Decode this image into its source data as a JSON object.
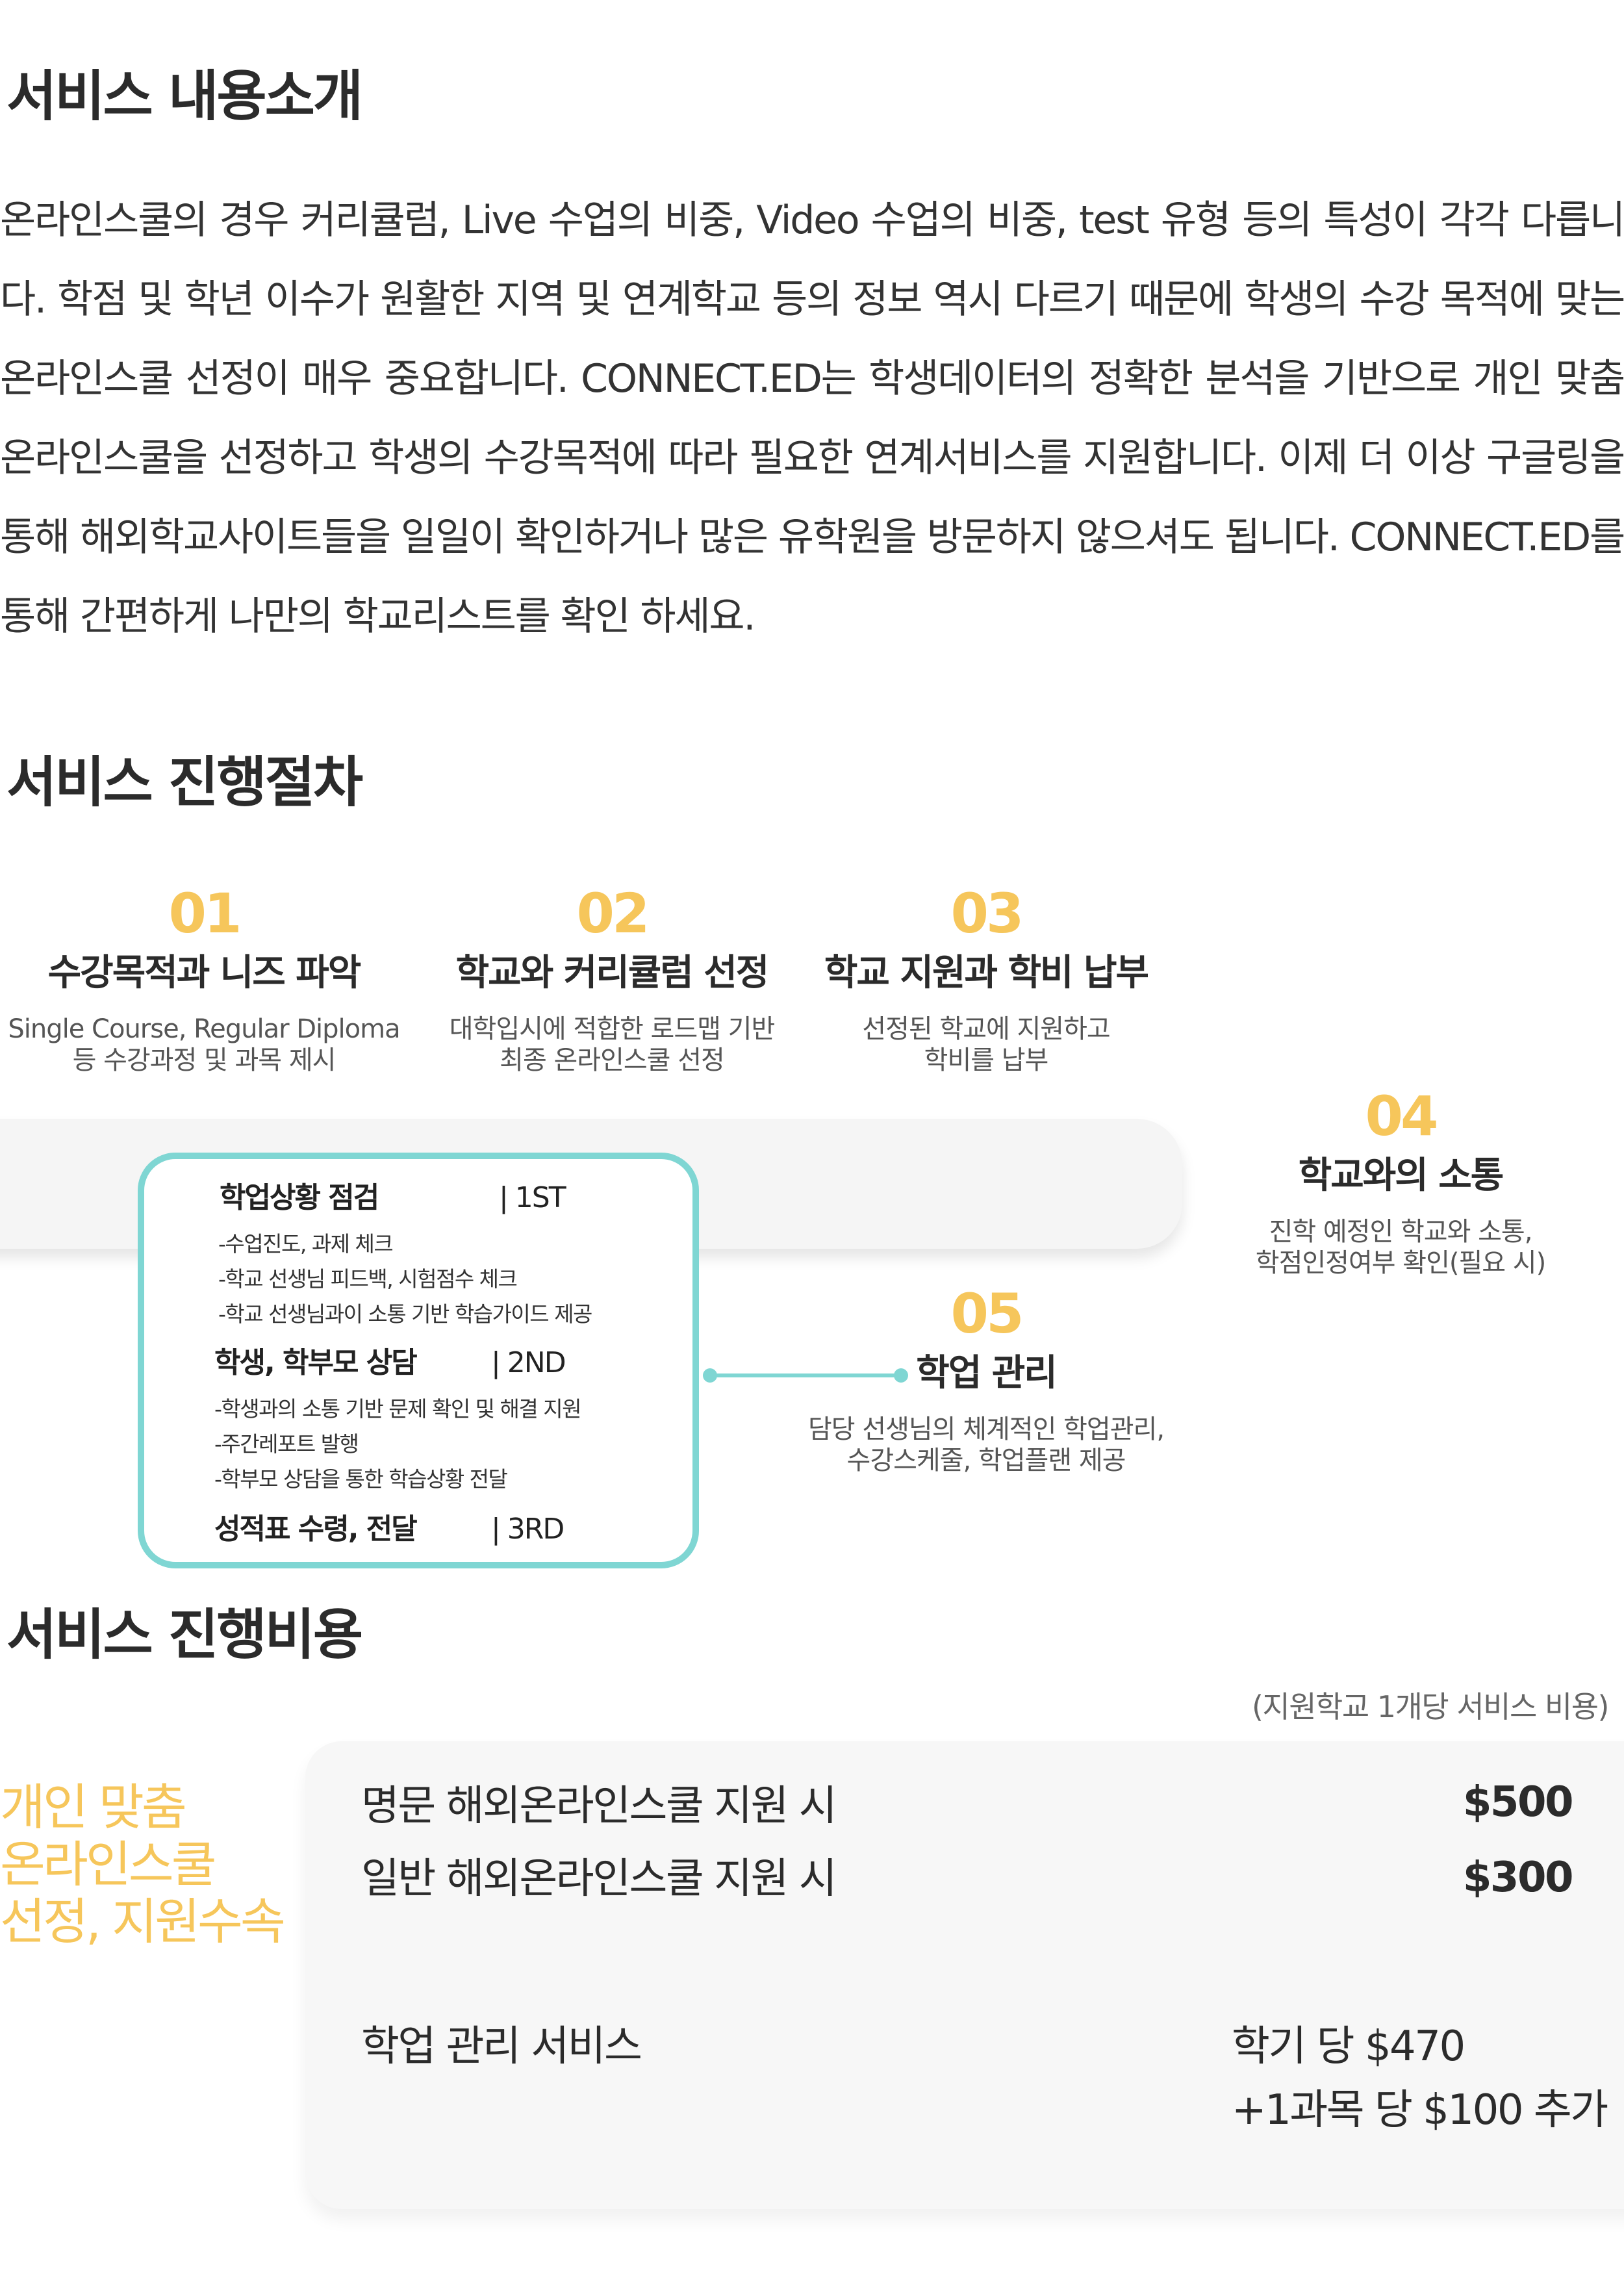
{
  "intro": {
    "title": "서비스 내용소개",
    "paragraph": "온라인스쿨의 경우 커리큘럼, Live 수업의 비중, Video 수업의 비중, test 유형 등의 특성이 각각 다릅니다. 학점 및 학년 이수가 원활한 지역 및 연계학교 등의 정보 역시 다르기 때문에 학생의 수강 목적에 맞는 온라인스쿨 선정이 매우 중요합니다. CONNECT.ED는 학생데이터의 정확한 분석을 기반으로 개인 맞춤 온라인스쿨을 선정하고 학생의 수강목적에 따라 필요한 연계서비스를 지원합니다. 이제 더 이상 구글링을 통해 해외학교사이트들을 일일이 확인하거나 많은 유학원을 방문하지 않으셔도 됩니다. CONNECT.ED를 통해 간편하게 나만의 학교리스트를 확인 하세요."
  },
  "process": {
    "title": "서비스 진행절차",
    "steps": [
      {
        "num": "01",
        "title": "수강목적과 니즈 파악",
        "desc1": "Single Course, Regular Diploma",
        "desc2": "등 수강과정 및 과목 제시"
      },
      {
        "num": "02",
        "title": "학교와 커리큘럼 선정",
        "desc1": "대학입시에 적합한 로드맵 기반",
        "desc2": "최종 온라인스쿨 선정"
      },
      {
        "num": "03",
        "title": "학교 지원과 학비 납부",
        "desc1": "선정된 학교에 지원하고",
        "desc2": "학비를 납부"
      },
      {
        "num": "04",
        "title": "학교와의 소통",
        "desc1": "진학 예정인 학교와 소통,",
        "desc2": "학점인정여부 확인(필요 시)"
      },
      {
        "num": "05",
        "title": "학업 관리",
        "desc1": "담당 선생님의 체계적인 학업관리,",
        "desc2": "수강스케줄, 학업플랜 제공"
      }
    ],
    "card": {
      "stages": [
        {
          "title": "학업상황 점검",
          "tag": "| 1ST",
          "items": [
            "-수업진도, 과제 체크",
            "-학교 선생님 피드백, 시험점수 체크",
            "-학교 선생님과이 소통 기반 학습가이드 제공"
          ]
        },
        {
          "title": "학생, 학부모 상담",
          "tag": "| 2ND",
          "items": [
            "-학생과의 소통 기반 문제 확인 및 해결 지원",
            "-주간레포트 발행",
            "-학부모 상담을 통한 학습상황 전달"
          ]
        },
        {
          "title": "성적표 수령, 전달",
          "tag": "| 3RD",
          "items": []
        }
      ]
    }
  },
  "cost": {
    "title": "서비스 진행비용",
    "note": "(지원학교 1개당 서비스 비용)",
    "side_title_lines": [
      "개인 맞춤",
      "온라인스쿨",
      "선정, 지원수속"
    ],
    "rows": [
      {
        "label": "명문 해외온라인스쿨 지원 시",
        "price": "$500"
      },
      {
        "label": "일반 해외온라인스쿨 지원 시",
        "price": "$300"
      }
    ],
    "management": {
      "label": "학업 관리 서비스",
      "price_line1": "학기 당 $470",
      "price_line2": "+1과목 당 $100 추가"
    }
  },
  "colors": {
    "accent_yellow": "#f6c65b",
    "accent_teal": "#7fd6d3",
    "text_dark": "#2b2b2b"
  }
}
